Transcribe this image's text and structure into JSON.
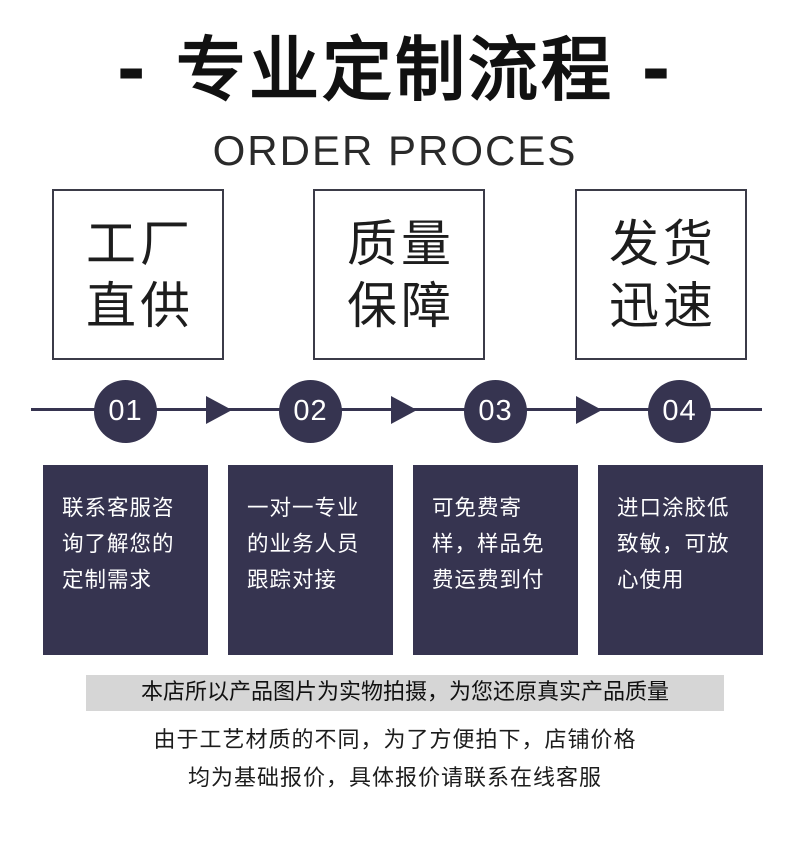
{
  "header": {
    "title": "- 专业定制流程 -",
    "subtitle": "ORDER PROCES"
  },
  "features": [
    {
      "line1": "工厂",
      "line2": "直供"
    },
    {
      "line1": "质量",
      "line2": "保障"
    },
    {
      "line1": "发货",
      "line2": "迅速"
    }
  ],
  "steps": [
    {
      "number": "01",
      "lines": [
        "联系客服咨",
        "询了解您的",
        "定制需求"
      ]
    },
    {
      "number": "02",
      "lines": [
        "一对一专业",
        "的业务人员",
        "跟踪对接"
      ]
    },
    {
      "number": "03",
      "lines": [
        "可免费寄",
        "样，样品免",
        "费运费到付"
      ]
    },
    {
      "number": "04",
      "lines": [
        "进口涂胶低",
        "致敏，可放",
        "心使用"
      ]
    }
  ],
  "notice": "本店所以产品图片为实物拍摄，为您还原真实产品质量",
  "footnote": {
    "line1": "由于工艺材质的不同，为了方便拍下，店铺价格",
    "line2": "均为基础报价，具体报价请联系在线客服"
  },
  "colors": {
    "accent": "#363450",
    "notice_bg": "#d6d6d6"
  }
}
